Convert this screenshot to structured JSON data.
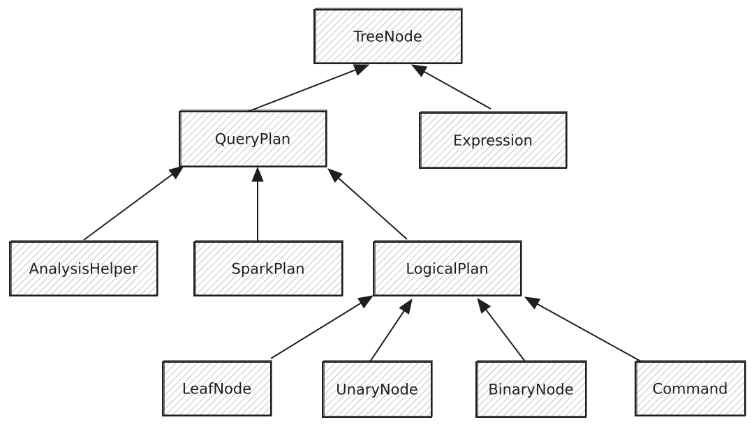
{
  "nodes": [
    {
      "id": "treenode",
      "label": "TreeNode"
    },
    {
      "id": "queryplan",
      "label": "QueryPlan"
    },
    {
      "id": "expression",
      "label": "Expression"
    },
    {
      "id": "analysishelper",
      "label": "AnalysisHelper"
    },
    {
      "id": "sparkplan",
      "label": "SparkPlan"
    },
    {
      "id": "logicalplan",
      "label": "LogicalPlan"
    },
    {
      "id": "leafnode",
      "label": "LeafNode"
    },
    {
      "id": "unarynode",
      "label": "UnaryNode"
    },
    {
      "id": "binarynode",
      "label": "BinaryNode"
    },
    {
      "id": "command",
      "label": "Command"
    }
  ],
  "edges": [
    {
      "from": "queryplan",
      "to": "treenode"
    },
    {
      "from": "expression",
      "to": "treenode"
    },
    {
      "from": "analysishelper",
      "to": "queryplan"
    },
    {
      "from": "sparkplan",
      "to": "queryplan"
    },
    {
      "from": "logicalplan",
      "to": "queryplan"
    },
    {
      "from": "leafnode",
      "to": "logicalplan"
    },
    {
      "from": "unarynode",
      "to": "logicalplan"
    },
    {
      "from": "binarynode",
      "to": "logicalplan"
    },
    {
      "from": "command",
      "to": "logicalplan"
    }
  ]
}
